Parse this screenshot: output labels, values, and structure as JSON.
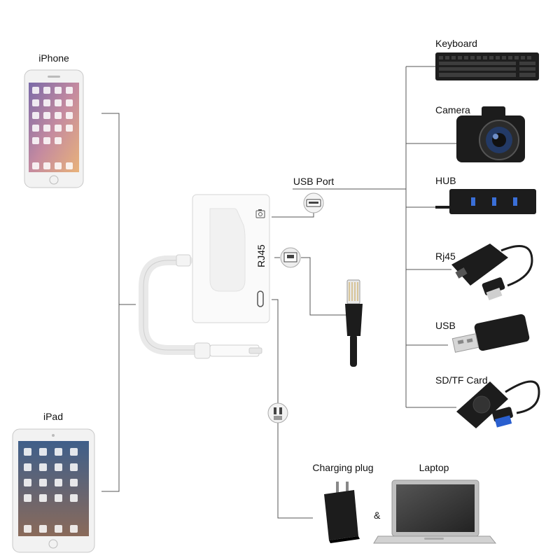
{
  "devices": {
    "iphone": "iPhone",
    "ipad": "iPad"
  },
  "adapter": {
    "usb_port": "USB Port",
    "rj45_port": "RJ45"
  },
  "peripherals": {
    "keyboard": "Keyboard",
    "camera": "Camera",
    "hub": "HUB",
    "rj45": "Rj45",
    "usb": "USB",
    "sdtf": "SD/TF Card"
  },
  "charging": {
    "plug": "Charging plug",
    "laptop": "Laptop",
    "ampersand": "&"
  },
  "colors": {
    "line": "#555555",
    "device_dark": "#1c1c1c",
    "hub_blue": "#3a6fd8",
    "usb_blue": "#2a5fcf"
  }
}
